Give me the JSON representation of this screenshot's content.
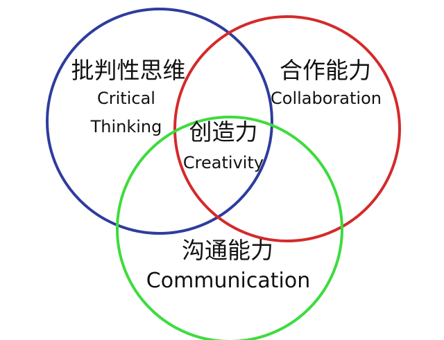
{
  "colors": {
    "background": "#ffffff",
    "text": "#111111",
    "critical_thinking_ring": "#2e3c9e",
    "collaboration_ring": "#d42a2a",
    "communication_ring": "#3ddc3d"
  },
  "circles": {
    "critical_thinking": {
      "label_zh": "批判性思维",
      "label_en_line1": "Critical",
      "label_en_line2": "Thinking"
    },
    "collaboration": {
      "label_zh": "合作能力",
      "label_en": "Collaboration"
    },
    "communication": {
      "label_zh": "沟通能力",
      "label_en": "Communication"
    },
    "center": {
      "label_zh": "创造力",
      "label_en": "Creativity"
    }
  }
}
